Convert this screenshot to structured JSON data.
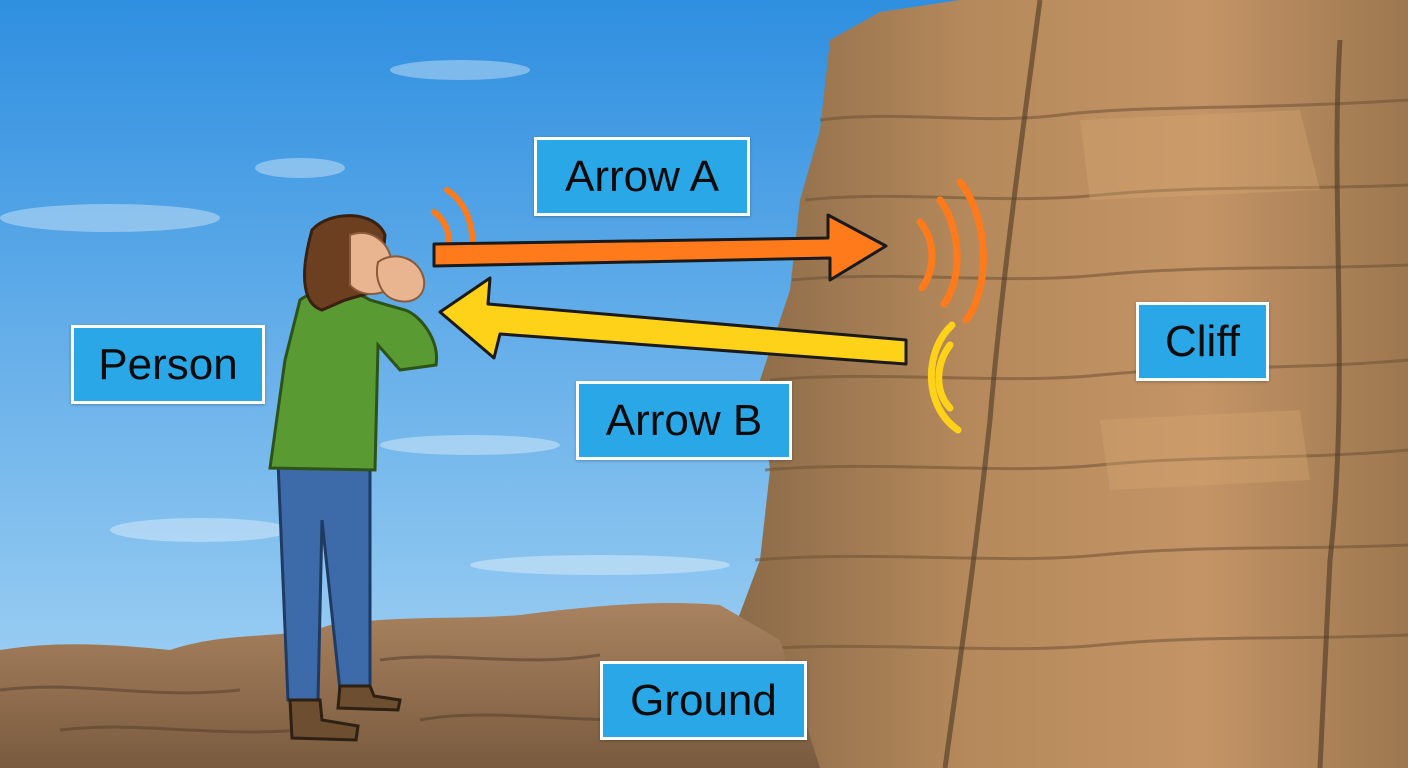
{
  "labels": {
    "arrow_a": "Arrow A",
    "arrow_b": "Arrow B",
    "person": "Person",
    "cliff": "Cliff",
    "ground": "Ground"
  },
  "colors": {
    "label_fill": "#2aa7e6",
    "label_border": "#ffffff",
    "arrow_a": "#ff7a1a",
    "arrow_b": "#ffd21a",
    "sky_top": "#2f8fe0",
    "sky_bottom": "#a9d6f5",
    "jacket": "#5a9a32",
    "jeans": "#3d6aa8",
    "rock": "#b08456"
  },
  "icons": {
    "sound_waves_out": "sound-waves-icon",
    "sound_waves_echo": "echo-waves-icon"
  }
}
